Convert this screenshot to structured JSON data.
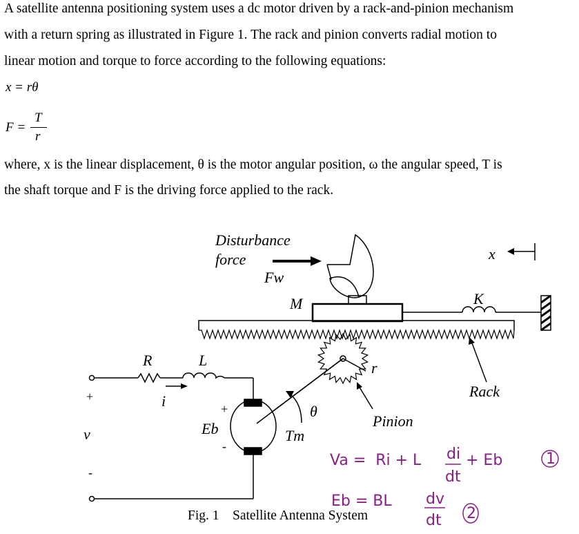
{
  "paragraph1": [
    "A satellite antenna positioning system uses a dc motor driven by a rack-and-pinion mechanism",
    "with a return spring as illustrated in Figure 1. The rack and pinion converts radial motion to",
    "linear motion and torque to force according to the following equations:"
  ],
  "equations": {
    "eq1": "x = rθ",
    "eq2_lhs": "F =",
    "eq2_num": "T",
    "eq2_den": "r"
  },
  "paragraph2": [
    "where, x is the linear displacement, θ is the motor angular position, ω  the angular speed, T is",
    "the shaft torque and F is the driving force applied to the rack."
  ],
  "figure": {
    "disturbance": "Disturbance",
    "force": "force",
    "fw": "Fw",
    "m": "M",
    "k": "K",
    "x": "x",
    "r_res": "R",
    "l_ind": "L",
    "i": "i",
    "plus": "+",
    "minus": "-",
    "v": "v",
    "eb": "Eb",
    "theta": "θ",
    "tm": "Tm",
    "r_radius": "r",
    "rack": "Rack",
    "pinion": "Pinion",
    "caption": "Fig. 1    Satellite Antenna System"
  },
  "handwritten": {
    "eq1": "Va =  Ri + L",
    "eq1_num": "di",
    "eq1_den": "dt",
    "eq1_rest": "+ Eb",
    "eq1_tag": "1",
    "eq2": "Eb = BL",
    "eq2_num": "dv",
    "eq2_den": "dt",
    "eq2_tag": "2",
    "color": "#8b1e86"
  }
}
